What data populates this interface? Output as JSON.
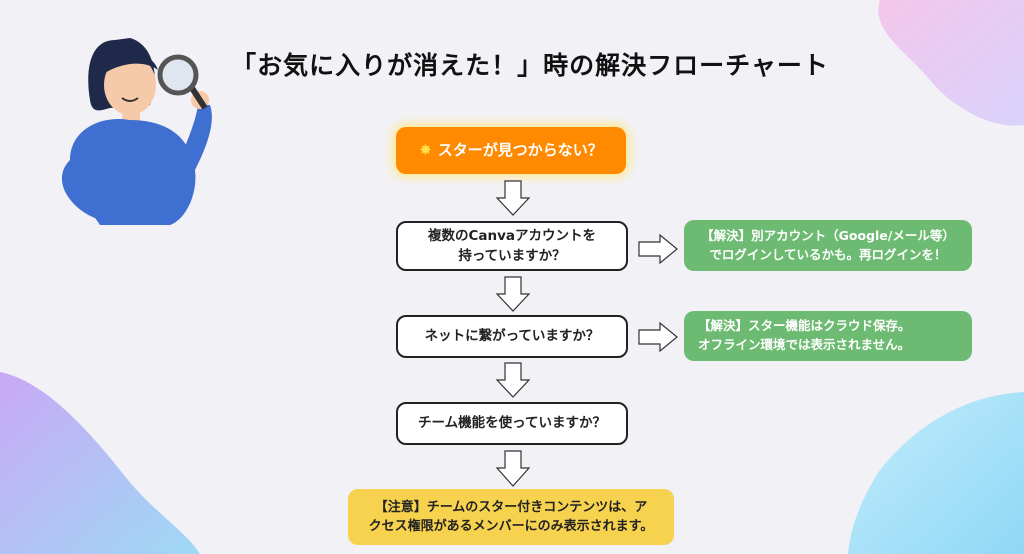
{
  "title": "「お気に入りが消えた！」時の解決フローチャート",
  "start": {
    "icon": "sparkle-star-icon",
    "label": "スターが見つからない？"
  },
  "questions": [
    {
      "line1": "複数のCanvaアカウントを",
      "line2": "持っていますか？"
    },
    {
      "line1": "ネットに繋がっていますか？"
    },
    {
      "line1": "チーム機能を使っていますか？"
    }
  ],
  "solutions": [
    {
      "line1": "【解決】別アカウント（Google/メール等）",
      "line2": "でログインしているかも。再ログインを！"
    },
    {
      "line1": "【解決】スター機能はクラウド保存。",
      "line2": "オフライン環境では表示されません。"
    }
  ],
  "note": {
    "line1": "【注意】チームのスター付きコンテンツは、ア",
    "line2": "クセス権限があるメンバーにのみ表示されます。"
  },
  "colors": {
    "start": "#ff8a00",
    "solution": "#6dbb72",
    "note": "#f7d24e",
    "background": "#f2f1f6"
  }
}
